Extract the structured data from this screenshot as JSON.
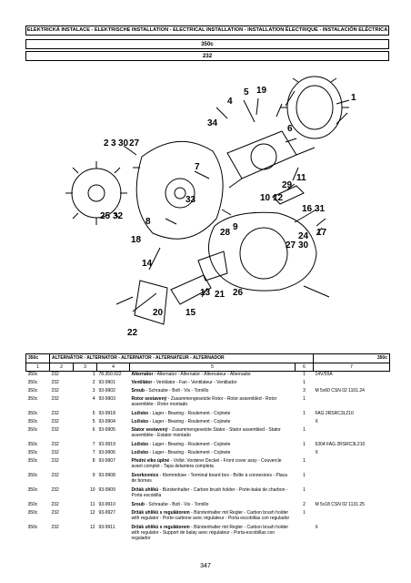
{
  "header": {
    "title": "ELEKTRICKÁ INSTALACE - ELEKTRISCHE INSTALLATION - ELECTRICAL INSTALLATION - INSTALLATION ÉLECTRIQUE - INSTALACIÓN ELÉCTRICA",
    "model": "350c",
    "submodel": "232"
  },
  "figure": {
    "callouts": [
      "2",
      "3",
      "30",
      "27",
      "25",
      "32",
      "8",
      "18",
      "14",
      "22",
      "20",
      "15",
      "34",
      "4",
      "5",
      "19",
      "6",
      "1",
      "33",
      "7",
      "28",
      "9",
      "13",
      "21",
      "26",
      "29",
      "11",
      "10",
      "12",
      "16",
      "31",
      "24",
      "17",
      "27",
      "30"
    ]
  },
  "table": {
    "model_left": "350c",
    "model_right": "350c",
    "section_title": "ALTERNÁTOR - ALTERNATOR - ALTERNATOR - ALTERNATEUR - ALTERNADOR",
    "col_numbers": [
      "1",
      "2",
      "3",
      "4",
      "5",
      "6",
      "7"
    ],
    "rows": [
      {
        "model": "350c",
        "group": "232",
        "pos": "1",
        "part": "78.350.922",
        "desc_bold": "Alternátor",
        "desc": " - Alternator - Alternator - Alternateur - Alternador",
        "qty": "1",
        "note": "14V/55A"
      },
      {
        "model": "350c",
        "group": "232",
        "pos": "2",
        "part": "93-9901",
        "desc_bold": "Ventilátor",
        "desc": " - Ventilator - Fan - Ventilateur - Ventilador",
        "qty": "1",
        "note": ""
      },
      {
        "model": "350c",
        "group": "232",
        "pos": "3",
        "part": "93-9902",
        "desc_bold": "Šroub",
        "desc": " - Schraube - Bolt - Vis - Tornillo",
        "qty": "3",
        "note": "M 5x60 ČSN 02 1101.24"
      },
      {
        "model": "350c",
        "group": "232",
        "pos": "4",
        "part": "93-9903",
        "desc_bold": "Rotor sestavený",
        "desc": " - Zusammengesetzte Rotor - Rotor assembled - Rotor assemblée - Rotor montado",
        "qty": "1",
        "note": ""
      },
      {
        "model": "350c",
        "group": "232",
        "pos": "5",
        "part": "93-9918",
        "desc_bold": "Ložisko",
        "desc": " - Lager - Bearing - Roulement - Cojinete",
        "qty": "1",
        "note": "FAG 2RSRC3L210"
      },
      {
        "model": "350c",
        "group": "232",
        "pos": "5",
        "part": "93-9904",
        "desc_bold": "Ložisko",
        "desc": " - Lager - Bearing - Roulement - Cojinete",
        "qty": "",
        "note": "X"
      },
      {
        "model": "350c",
        "group": "232",
        "pos": "6",
        "part": "93-9905",
        "desc_bold": "Stator sestavený",
        "desc": " - Zusammengesetzte Stator - Stator assembled - Stator assemblée - Estator montado",
        "qty": "1",
        "note": ""
      },
      {
        "model": "350c",
        "group": "232",
        "pos": "7",
        "part": "93-9919",
        "desc_bold": "Ložisko",
        "desc": " - Lager - Bearing - Roulement - Cojinete",
        "qty": "1",
        "note": "6304 FAG 2RSRC3L210"
      },
      {
        "model": "350c",
        "group": "232",
        "pos": "7",
        "part": "93-9906",
        "desc_bold": "Ložisko",
        "desc": " - Lager - Bearing - Roulement - Cojinete",
        "qty": "",
        "note": "X"
      },
      {
        "model": "350c",
        "group": "232",
        "pos": "8",
        "part": "93-9907",
        "desc_bold": "Přední víko úplné",
        "desc": " - Vollst. Vorderer Deckel - Front cover assy - Couvercle avant complet - Tapa delantera completa",
        "qty": "1",
        "note": ""
      },
      {
        "model": "350c",
        "group": "232",
        "pos": "9",
        "part": "93-9908",
        "desc_bold": "Svorkovnice",
        "desc": " - Klemmdose - Terminal board box - Boîte à connexions - Placa de bornes",
        "qty": "1",
        "note": ""
      },
      {
        "model": "350c",
        "group": "232",
        "pos": "10",
        "part": "93-9909",
        "desc_bold": "Držák uhlíků",
        "desc": " - Bürstenhalter - Carbon brush holder - Porte-balai de charbon - Porta escobilla",
        "qty": "1",
        "note": ""
      },
      {
        "model": "350c",
        "group": "232",
        "pos": "11",
        "part": "93-9910",
        "desc_bold": "Šroub",
        "desc": " - Schraube - Bolt - Vis - Tornillo",
        "qty": "2",
        "note": "M 5x18 ČSN 02 1131.25"
      },
      {
        "model": "350c",
        "group": "232",
        "pos": "12",
        "part": "93-9927",
        "desc_bold": "Držák uhlíků s regulátorem",
        "desc": " - Bürstenhalter mit Regler - Carbon brush holder with regulator - Porte-carbone avec régulateur - Porta escobillas con regulador",
        "qty": "1",
        "note": ""
      },
      {
        "model": "350c",
        "group": "232",
        "pos": "12",
        "part": "93-9911",
        "desc_bold": "Držák uhlíků s regulátorem",
        "desc": " - Bürstenhalter mit Regler - Carbon brush holder with regulator - Support de balay avec régulateur - Porta-escobillas con regulador",
        "qty": "",
        "note": "X"
      }
    ]
  },
  "page_number": "347"
}
